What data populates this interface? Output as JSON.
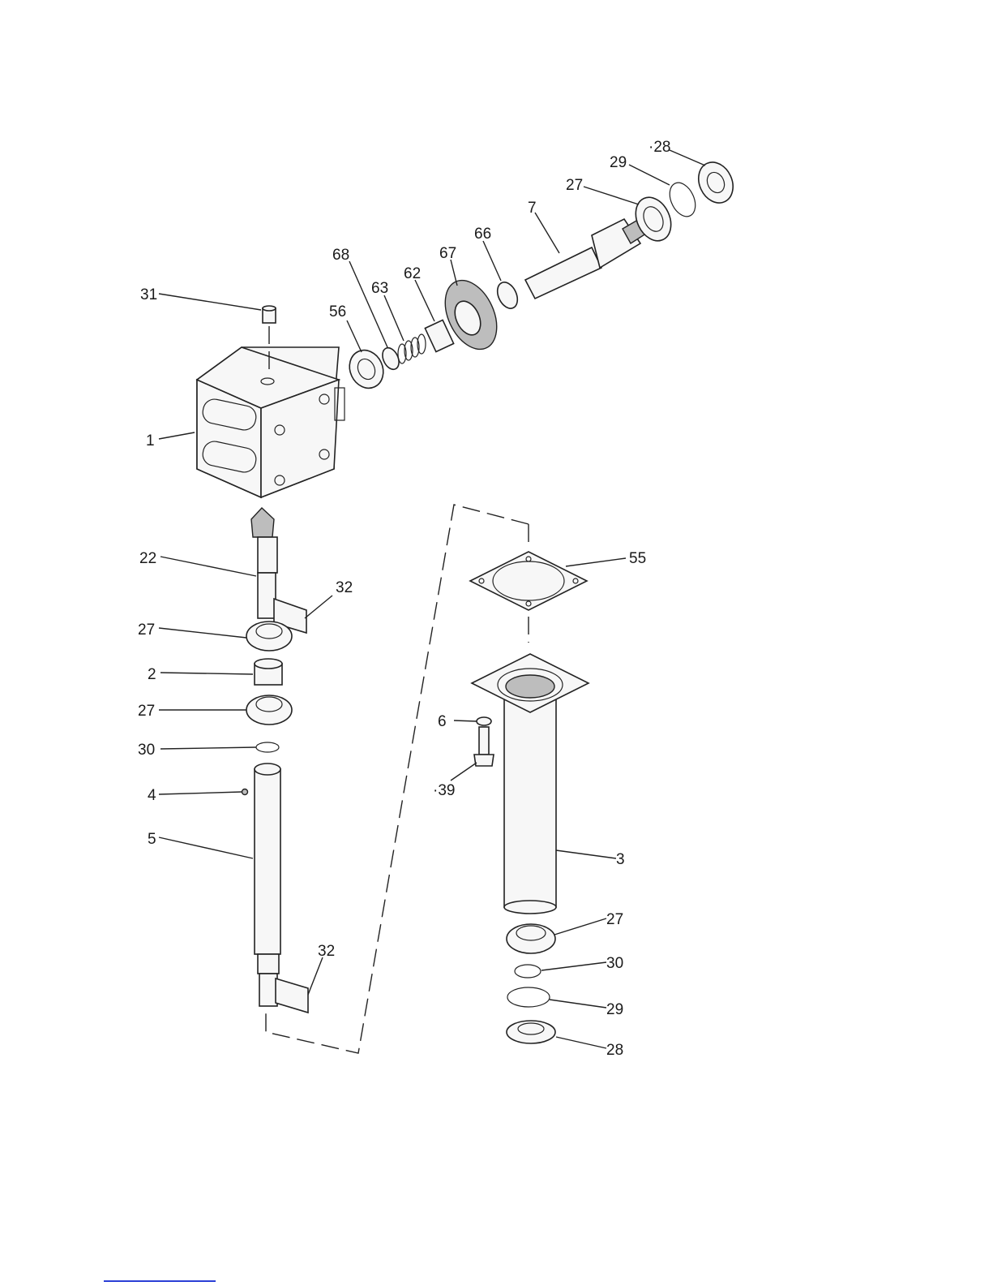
{
  "diagram": {
    "callouts": {
      "c31": "31",
      "c68": "68",
      "c63": "63",
      "c62": "62",
      "c67": "67",
      "c66": "66",
      "c7": "7",
      "c27a": "27",
      "c29a": "29",
      "c28a": "·28",
      "c56": "56",
      "c1": "1",
      "c22": "22",
      "c32a": "32",
      "c27b": "27",
      "c2": "2",
      "c27c": "27",
      "c30a": "30",
      "c4": "4",
      "c5": "5",
      "c32b": "32",
      "c55": "55",
      "c6": "6",
      "c39": "·39",
      "c3": "3",
      "c27d": "27",
      "c30b": "30",
      "c29b": "29",
      "c28b": "28"
    }
  }
}
